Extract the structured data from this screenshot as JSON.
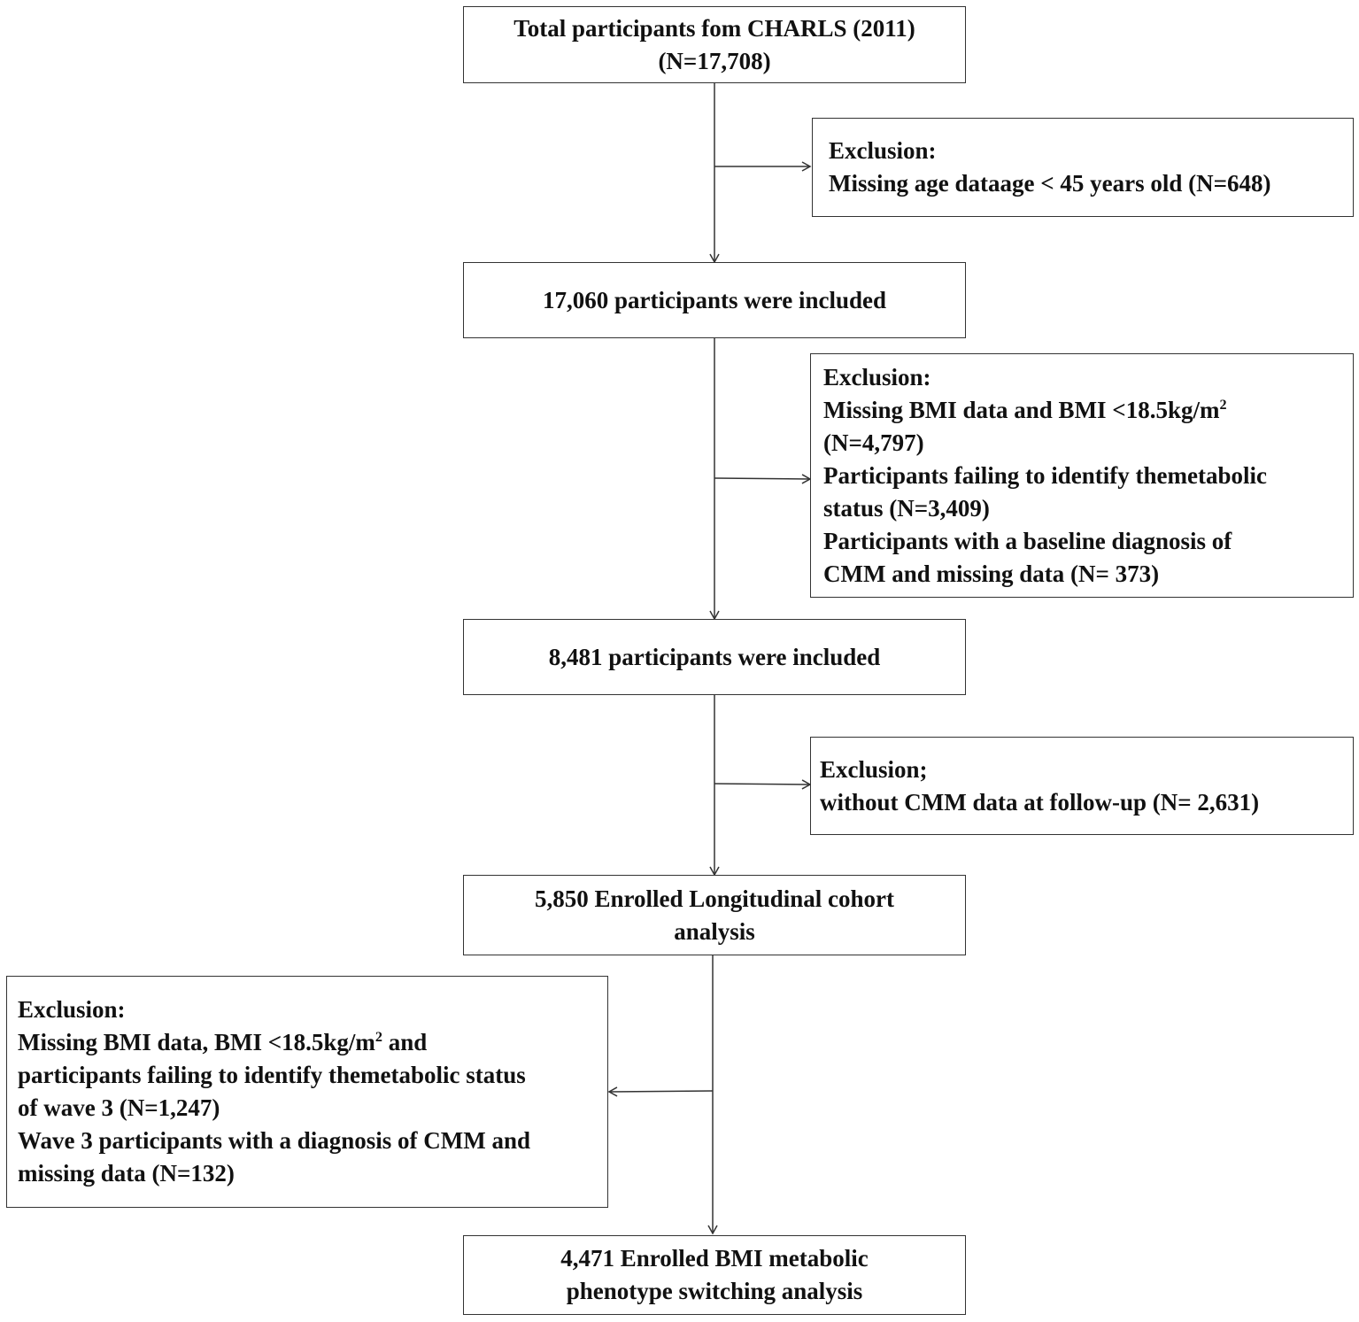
{
  "boxes": {
    "total": {
      "line1": "Total participants fom CHARLS (2011)",
      "line2": "(N=17,708)"
    },
    "exclusion1": {
      "heading": "Exclusion:",
      "line1": "Missing age dataage < 45 years old (N=648)"
    },
    "included1": {
      "line1": "17,060 participants were included"
    },
    "exclusion2": {
      "heading": "Exclusion:",
      "line1_a": "Missing  BMI data and BMI <18.5kg/m",
      "line1_sup": "2",
      "line2": "(N=4,797)",
      "line3": "Participants failing to identify themetabolic",
      "line4": "status (N=3,409)",
      "line5": "Participants with a baseline diagnosis of",
      "line6": "CMM and missing data (N= 373)"
    },
    "included2": {
      "line1": "8,481 participants were included"
    },
    "exclusion3": {
      "heading": "Exclusion;",
      "line1": "without CMM data at follow-up (N= 2,631)"
    },
    "enrolled_longitudinal": {
      "line1": "5,850 Enrolled Longitudinal cohort",
      "line2": "analysis"
    },
    "exclusion4": {
      "heading": "Exclusion:",
      "line1_a": "Missing  BMI data, BMI <18.5kg/m",
      "line1_sup": "2",
      "line1_b": " and",
      "line2": "participants failing to identify themetabolic status",
      "line3": "of wave 3 (N=1,247)",
      "line4": "Wave 3 participants with a diagnosis of CMM and",
      "line5": "missing data (N=132)"
    },
    "enrolled_phenotype": {
      "line1": "4,471 Enrolled  BMI metabolic",
      "line2": "phenotype switching analysis"
    }
  }
}
